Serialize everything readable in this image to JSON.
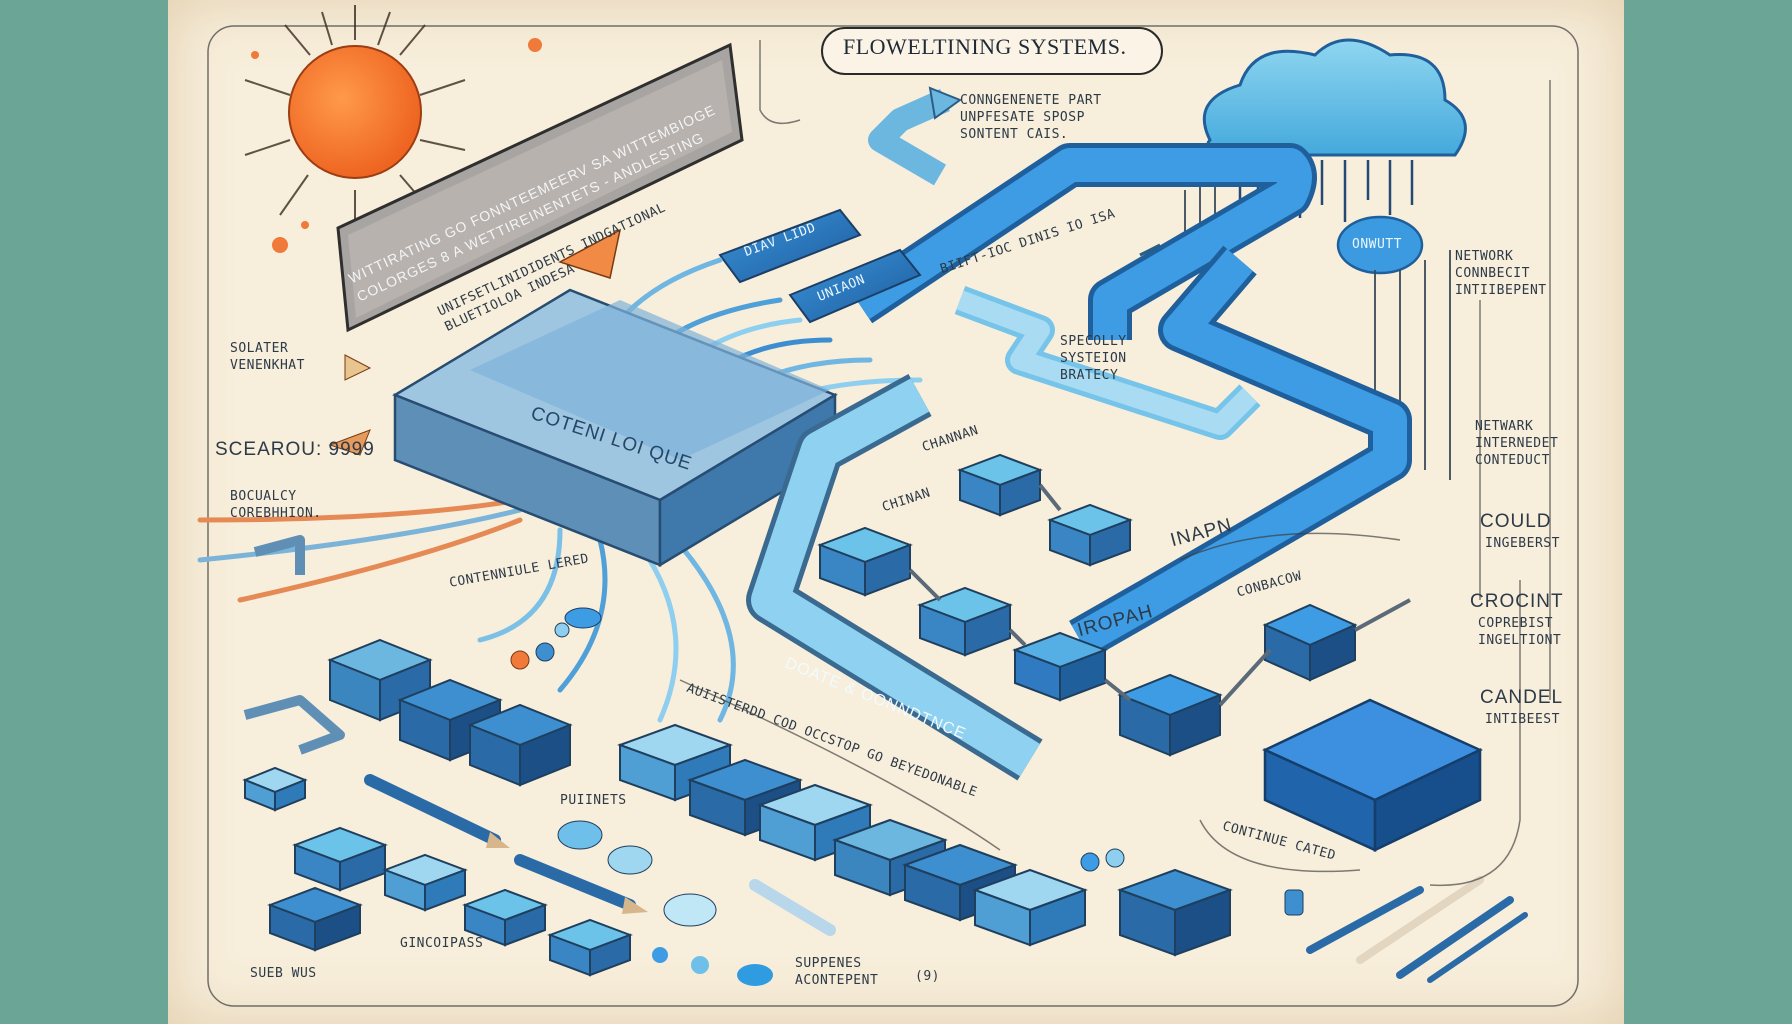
{
  "colors": {
    "background_teal": "#6aa596",
    "paper": "#f7eedb",
    "primary_blue": "#2a7fd0",
    "light_blue": "#7cc8ea",
    "dark_blue": "#1e5f9c",
    "sun_orange": "#f37a2e",
    "ink": "#2d3a48"
  },
  "title": "FLOWELTINING SYSTEMS.",
  "labels": {
    "top_right_note": "CONNGENENETE PART\nUNPFESATE SPOSP\nSONTENT CAIS.",
    "banner": "WITTIRATING GO FONNTEEMEERV SA WITTEMBIOGE\nCOLORGES 8 A WETTIREINENTETS - ANDLESTING",
    "under_banner": "UNIFSETLINIDIDENTS INDGATIONAL\nBLUETIOLOA INDESA",
    "solater": "SOLATER\nVENENKHAT",
    "scearou": "SCEAROU: 9999",
    "bocualcy": "BOCUALCY\nCOREBHHION.",
    "cube_main": "COTENI LOI QUE",
    "strip1": "DIAV LIDD",
    "strip2": "UNIAON",
    "loop_note": "BIIFT-IOC DINIS IO ISA",
    "specolly": "SPECOLLY\nSYSTEION\nBRATECY",
    "channan": "CHANNAN",
    "chinan": "CHINAN",
    "inapn": "INAPN",
    "iropah": "IROPAH",
    "conbacow": "CONBACOW",
    "flow_label": "DOATE & OONNDTNCE",
    "bottom_note": "AUIISTERDD COD OCCSTOP GO BEYEDONABLE",
    "cloud_badge": "ONWUTT",
    "network1": "NETWORK\nCONNBECIT\nINTIIBEPENT",
    "network2": "NETWARK\nINTERNEDET\nCONTEDUCT",
    "could": "COULD",
    "could_sub": "INGEBERST",
    "crocint": "CROCINT",
    "crocint_sub": "COPREBIST\nINGELTIONT",
    "candel": "CANDEL",
    "candel_sub": "INTIBEEST",
    "continue_cated": "CONTINUE CATED",
    "contenniule": "CONTENNIULE LERED",
    "puiinets": "PUIINETS",
    "sueb_wus": "SUEB WUS",
    "gincoipass": "GINCOIPASS",
    "suppenes": "SUPPENES\nACONTEPENT",
    "pagemark": "(9)"
  }
}
